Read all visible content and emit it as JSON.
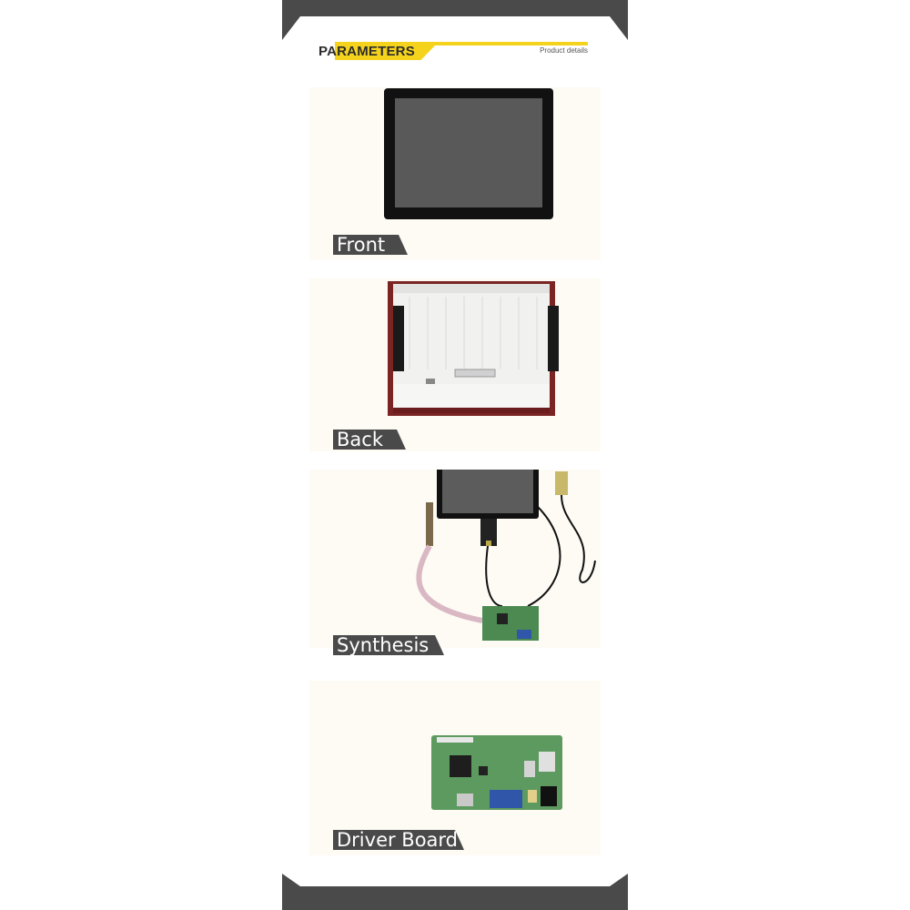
{
  "header": {
    "title": "PARAMETERS",
    "subtitle": "Product details"
  },
  "sections": [
    {
      "label": "Front"
    },
    {
      "label": "Back"
    },
    {
      "label": "Synthesis"
    },
    {
      "label": "Driver Board"
    }
  ],
  "colors": {
    "accent": "#f5d31c",
    "cap": "#4a4a4a",
    "panel": "#fdfbf4"
  }
}
